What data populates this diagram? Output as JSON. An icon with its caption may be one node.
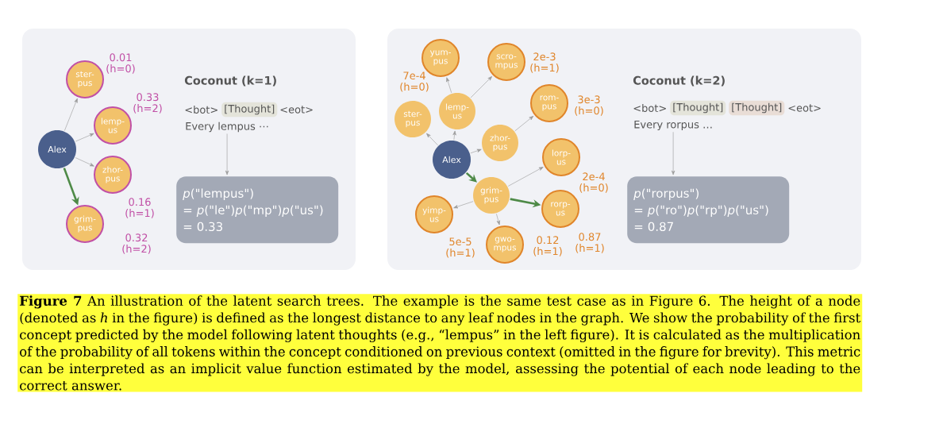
{
  "diagram": {
    "caption": "**Figure 7** An illustration of the latent search trees. The example is the same test case as in Figure 6. The height of a node (denoted as *h* in the figure) is defined as the longest distance to any leaf nodes in the graph. We show the probability of the first concept predicted by the model following latent thoughts (e.g., “lempus” in the left figure). It is calculated as the multiplication of the probability of all tokens within the concept conditioned on previous context (omitted in the figure for brevity). This metric can be interpreted as an implicit value function estimated by the model, assessing the potential of each node leading to the correct answer.",
    "nodes": [
      {
        "text": [],
        "shape": "box"
      },
      {
        "text": [
          "Alex"
        ],
        "in": 0
      },
      {
        "text": [
          "ster- pus"
        ],
        "in": 0,
        "beside": [
          "0.01 (h=0)"
        ]
      },
      {
        "text": [
          "lemp- us"
        ],
        "in": 0,
        "beside": [
          "0.33 (h=2)"
        ]
      },
      {
        "text": [
          "zhor- pus"
        ],
        "in": 0,
        "beside": [
          "0.16 (h=1)"
        ]
      },
      {
        "text": [
          "grim- pus"
        ],
        "in": 0,
        "beside": [
          "0.32 (h=2)"
        ]
      },
      {
        "text": [
          "[Thought]"
        ],
        "in": 0
      },
      {
        "text": [
          "Every lempus ⋯"
        ],
        "in": 0
      },
      {
        "text": [
          "*p*(\"lempus\")",
          "= *p*(\"le\")*p*(\"mp\")*p*(\"us\")",
          "= 0.33"
        ],
        "in": 0
      },
      {
        "text": [],
        "shape": "box"
      },
      {
        "text": [
          "Alex"
        ],
        "in": 9
      },
      {
        "text": [
          "ster- pus"
        ],
        "in": 9
      },
      {
        "text": [
          "lemp- us"
        ],
        "in": 9
      },
      {
        "text": [
          "zhor- pus"
        ],
        "in": 9
      },
      {
        "text": [
          "grim- pus"
        ],
        "in": 9
      },
      {
        "text": [
          "yum- pus"
        ],
        "in": 9,
        "beside": [
          "7e-4 (h=0)"
        ]
      },
      {
        "text": [
          "scro- mpus"
        ],
        "in": 9,
        "beside": [
          "2e-3 (h=1)"
        ]
      },
      {
        "text": [
          "rom- pus"
        ],
        "in": 9,
        "beside": [
          "3e-3 (h=0)"
        ]
      },
      {
        "text": [
          "lorp- us"
        ],
        "in": 9,
        "beside": [
          "2e-4 (h=0)"
        ]
      },
      {
        "text": [
          "yimp- us"
        ],
        "in": 9,
        "beside": [
          "5e-5 (h=1)"
        ]
      },
      {
        "text": [
          "gwo- mpus"
        ],
        "in": 9,
        "beside": [
          "0.12 (h=1)"
        ]
      },
      {
        "text": [
          "rorp- us"
        ],
        "in": 9,
        "beside": [
          "0.87 (h=1)"
        ]
      },
      {
        "text": [
          "[Thought]"
        ],
        "in": 9
      },
      {
        "text": [
          "[Thought]"
        ],
        "in": 9
      },
      {
        "text": [
          "Every rorpus …"
        ],
        "in": 9
      },
      {
        "text": [
          "*p*(\"rorpus\")",
          "= *p*(\"ro\")*p*(\"rp\")*p*(\"us\")",
          "= 0.87"
        ],
        "in": 9
      }
    ],
    "edges": [
      {
        "from": 1,
        "to": 2,
        "arrow": "to"
      },
      {
        "from": 1,
        "to": 3,
        "arrow": "to"
      },
      {
        "from": 1,
        "to": 4,
        "arrow": "to"
      },
      {
        "from": 1,
        "to": 5,
        "arrow": "to",
        "style": "thick",
        "color": "#4e8a47"
      },
      {
        "from": 7,
        "to": 8,
        "arrow": "to"
      },
      {
        "from": 10,
        "to": 11,
        "arrow": "to"
      },
      {
        "from": 10,
        "to": 12,
        "arrow": "to"
      },
      {
        "from": 10,
        "to": 13,
        "arrow": "to"
      },
      {
        "from": 10,
        "to": 14,
        "arrow": "to",
        "style": "thick",
        "color": "#4e8a47"
      },
      {
        "from": 12,
        "to": 15,
        "arrow": "to"
      },
      {
        "from": 12,
        "to": 16,
        "arrow": "to"
      },
      {
        "from": 13,
        "to": 17,
        "arrow": "to"
      },
      {
        "from": 14,
        "to": 18,
        "arrow": "to"
      },
      {
        "from": 14,
        "to": 19,
        "arrow": "to"
      },
      {
        "from": 14,
        "to": 20,
        "arrow": "to"
      },
      {
        "from": 14,
        "to": 21,
        "arrow": "to",
        "style": "thick",
        "color": "#4e8a47"
      },
      {
        "from": 24,
        "to": 25,
        "arrow": "to"
      }
    ],
    "labels": [
      "Coconut (k=1)",
      "<bot>",
      "<eot>",
      "Coconut (k=2)",
      "<bot>",
      "<eot>"
    ]
  }
}
